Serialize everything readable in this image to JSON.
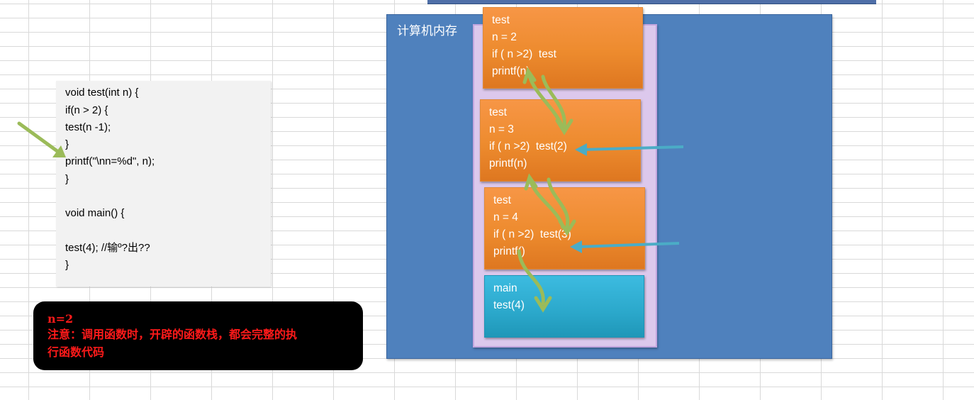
{
  "code": {
    "lines": [
      "void test(int n) {",
      "if(n > 2) {",
      "test(n -1);",
      "}",
      "printf(\"\\nn=%d\", n);",
      "}",
      "",
      "void main() {",
      "",
      "test(4); //输º?出??",
      "}"
    ]
  },
  "note": {
    "lines": [
      "n=2",
      "注意：调用函数时，开辟的函数栈，都会完整的执",
      "行函数代码"
    ],
    "background": "#000000",
    "text_color": "#ff1a1a"
  },
  "memory": {
    "title": "计算机内存",
    "panel_color": "#4f81bd",
    "stack_color": "#dcc8ec",
    "frames": [
      {
        "lines": [
          "test",
          "n = 2",
          "if ( n >2)  test",
          "printf(n)"
        ],
        "color": "#f79646"
      },
      {
        "lines": [
          "test",
          "n = 3",
          "if ( n >2)  test(2)",
          "printf(n)"
        ],
        "color": "#f79646"
      },
      {
        "lines": [
          "test",
          "n = 4",
          "if ( n >2)  test(3)",
          "printf()"
        ],
        "color": "#f79646"
      },
      {
        "lines": [
          "main",
          "test(4)"
        ],
        "color": "#31b1d7"
      }
    ]
  },
  "arrows": {
    "pointer_color": "#9bbb59",
    "return_color": "#4bacc6"
  }
}
